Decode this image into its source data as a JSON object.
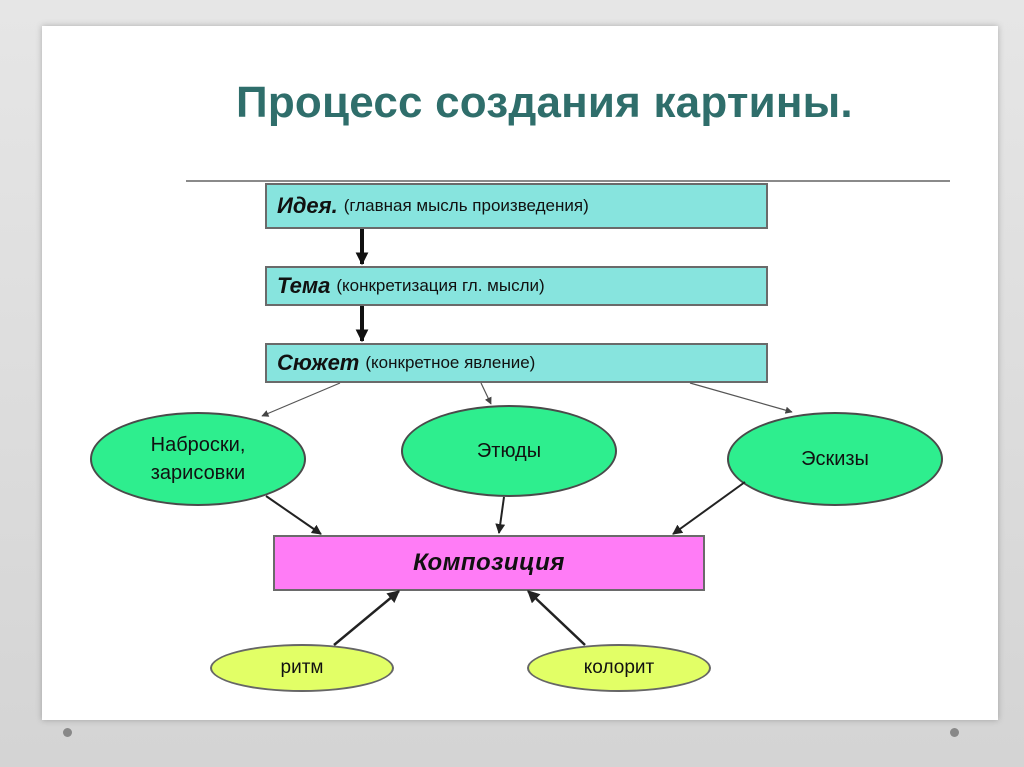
{
  "title": "Процесс создания картины.",
  "idea": {
    "key": "Идея.",
    "note": "(главная мысль произведения)"
  },
  "theme": {
    "key": "Тема",
    "note": "(конкретизация гл. мысли)"
  },
  "plot": {
    "key": "Сюжет",
    "note": "(конкретное явление)"
  },
  "studies": [
    {
      "line1": "Наброски,",
      "line2": "зарисовки"
    },
    {
      "line1": "Этюды"
    },
    {
      "line1": "Эскизы"
    }
  ],
  "composition": "Композиция",
  "elements": [
    "ритм",
    "колорит"
  ],
  "colors": {
    "title": "#2f6e6b",
    "top_boxes": "#87e4de",
    "study_ellipses": "#2eee8e",
    "composition_box": "#ff7cf6",
    "element_ellipses": "#e2ff66"
  }
}
